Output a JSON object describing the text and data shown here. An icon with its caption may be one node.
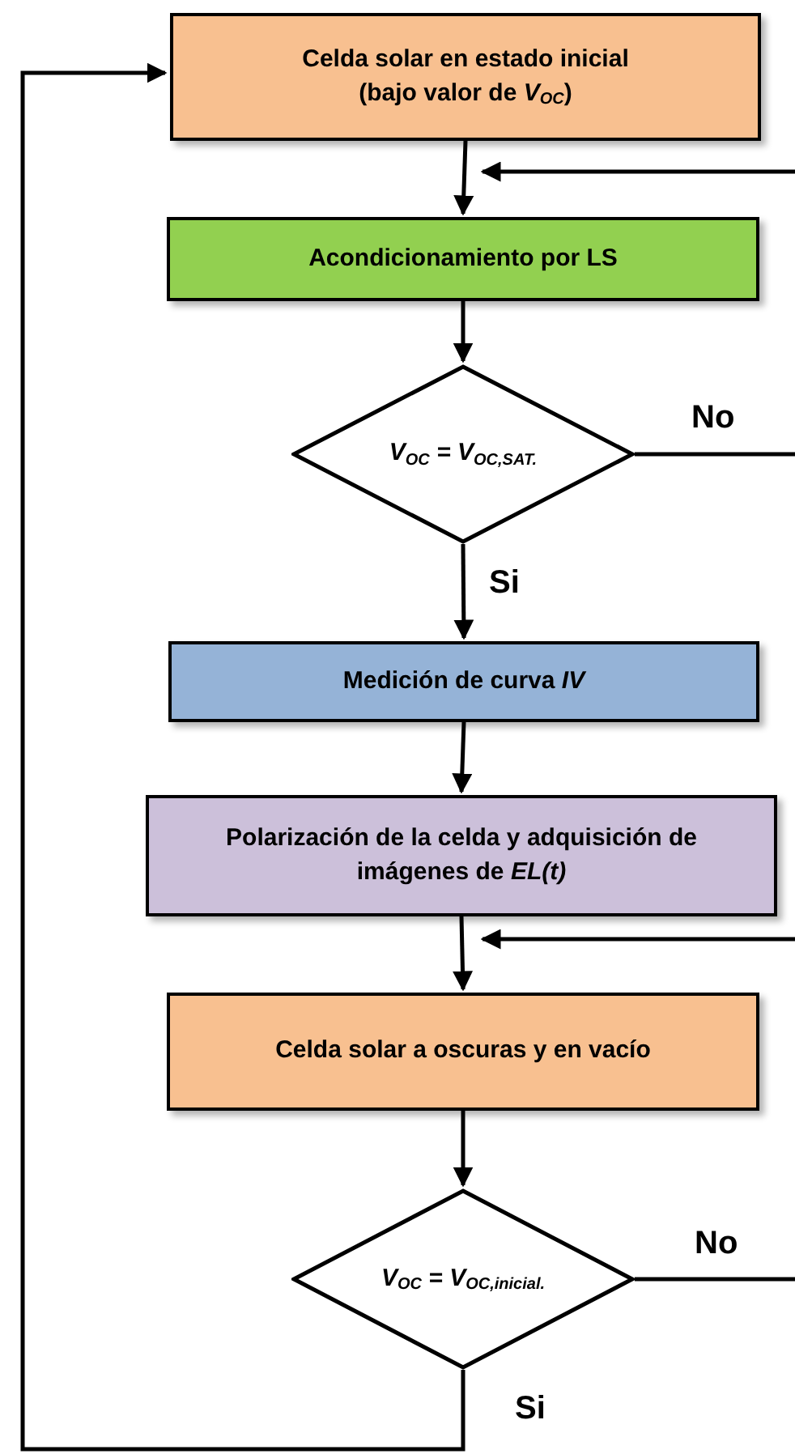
{
  "diagram": {
    "nodes": [
      {
        "text": [
          "Celda solar en estado inicial (bajo valor de *V*$_{OC}$)"
        ]
      },
      {
        "text": [
          "Acondicionamiento por LS"
        ]
      },
      {
        "text": [
          "V$_{OC}$ = V$_{OC,SAT.}$"
        ]
      },
      {
        "text": [
          "Medición de curva *IV*"
        ]
      },
      {
        "text": [
          "Polarización de la celda y adquisición de imágenes de *EL(t)*"
        ]
      },
      {
        "text": [
          "Celda solar a oscuras y en vacío"
        ]
      },
      {
        "text": [
          "V$_{OC}$ = V$_{OC,inicial.}$"
        ]
      }
    ],
    "edges": [
      {
        "from": 0,
        "to": 1,
        "arrow": "to"
      },
      {
        "from": null,
        "to": 1,
        "arrow": "to"
      },
      {
        "from": 1,
        "to": 2,
        "arrow": "to"
      },
      {
        "from": 2,
        "to": null,
        "arrow": "none",
        "label": "No"
      },
      {
        "from": 2,
        "to": 3,
        "arrow": "to",
        "label": "Si"
      },
      {
        "from": 3,
        "to": 4,
        "arrow": "to"
      },
      {
        "from": 4,
        "to": 5,
        "arrow": "to"
      },
      {
        "from": null,
        "to": 5,
        "arrow": "to"
      },
      {
        "from": 5,
        "to": 6,
        "arrow": "to"
      },
      {
        "from": 6,
        "to": 0,
        "arrow": "to",
        "label": "Si"
      },
      {
        "from": 6,
        "to": null,
        "arrow": "none",
        "label": "No"
      }
    ]
  }
}
